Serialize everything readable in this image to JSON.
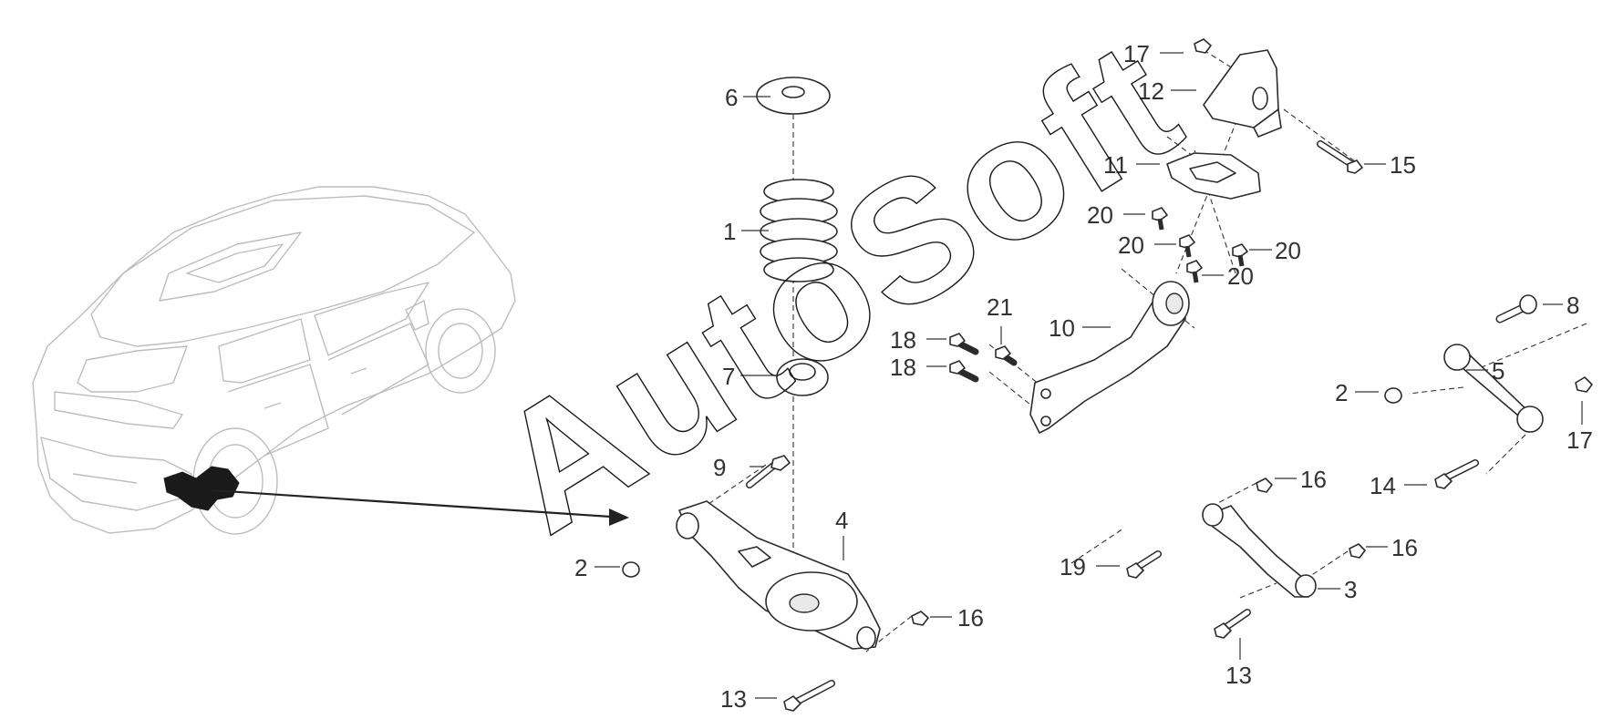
{
  "watermark": {
    "text": "AutoSoft"
  },
  "callouts": [
    {
      "id": "c1",
      "text": "1"
    },
    {
      "id": "c2a",
      "text": "2"
    },
    {
      "id": "c2b",
      "text": "2"
    },
    {
      "id": "c3",
      "text": "3"
    },
    {
      "id": "c4",
      "text": "4"
    },
    {
      "id": "c5",
      "text": "5"
    },
    {
      "id": "c6",
      "text": "6"
    },
    {
      "id": "c7",
      "text": "7"
    },
    {
      "id": "c8",
      "text": "8"
    },
    {
      "id": "c9",
      "text": "9"
    },
    {
      "id": "c10",
      "text": "10"
    },
    {
      "id": "c11",
      "text": "11"
    },
    {
      "id": "c12",
      "text": "12"
    },
    {
      "id": "c13a",
      "text": "13"
    },
    {
      "id": "c13b",
      "text": "13"
    },
    {
      "id": "c14",
      "text": "14"
    },
    {
      "id": "c15",
      "text": "15"
    },
    {
      "id": "c16a",
      "text": "16"
    },
    {
      "id": "c16b",
      "text": "16"
    },
    {
      "id": "c16c",
      "text": "16"
    },
    {
      "id": "c17a",
      "text": "17"
    },
    {
      "id": "c17b",
      "text": "17"
    },
    {
      "id": "c18a",
      "text": "18"
    },
    {
      "id": "c18b",
      "text": "18"
    },
    {
      "id": "c19",
      "text": "19"
    },
    {
      "id": "c20a",
      "text": "20"
    },
    {
      "id": "c20b",
      "text": "20"
    },
    {
      "id": "c20c",
      "text": "20"
    },
    {
      "id": "c20d",
      "text": "20"
    },
    {
      "id": "c21",
      "text": "21"
    }
  ],
  "colors": {
    "line": "#2b2b2b",
    "car": "#bdbdbd",
    "background": "#ffffff"
  }
}
